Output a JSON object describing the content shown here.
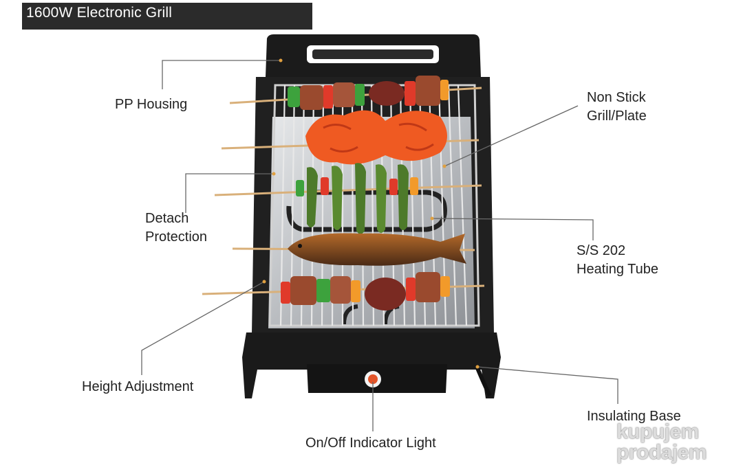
{
  "title": "1600W Electronic Grill",
  "labels": {
    "pp_housing": "PP Housing",
    "non_stick_line1": "Non Stick",
    "non_stick_line2": "Grill/Plate",
    "detach_line1": "Detach",
    "detach_line2": "Protection",
    "heating_line1": "S/S 202",
    "heating_line2": "Heating Tube",
    "height_adjustment": "Height Adjustment",
    "insulating_base": "Insulating Base",
    "indicator_light": "On/Off Indicator Light"
  },
  "watermark": {
    "line1": "kupujem",
    "line2": "prodajem"
  },
  "colors": {
    "banner": "#2b2b2b",
    "grill_body": "#1c1c1c",
    "tray_steel": "#c9ccd0",
    "callout_line": "#555555",
    "indicator": "#e3552a"
  }
}
